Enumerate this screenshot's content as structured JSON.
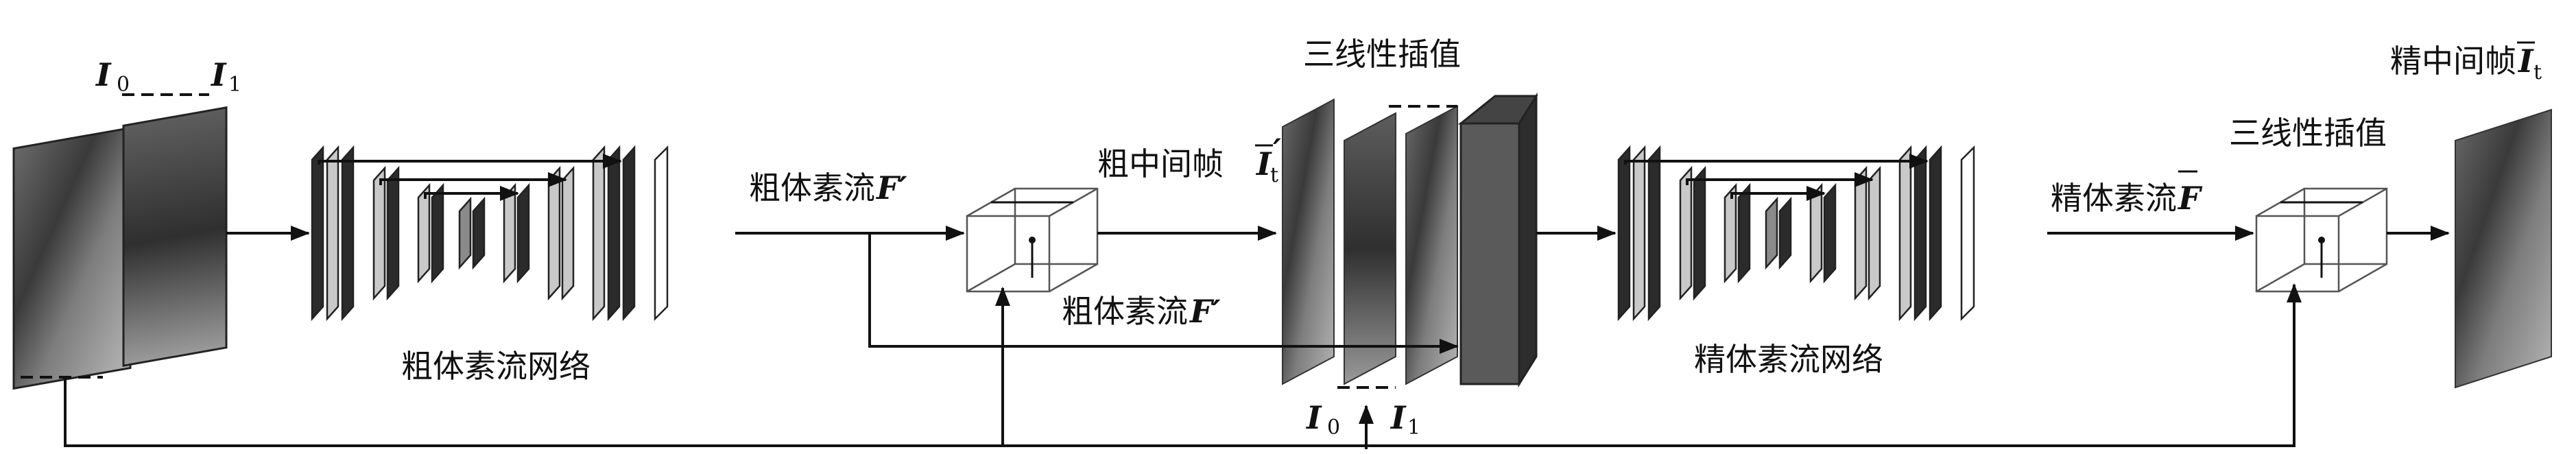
{
  "labels": {
    "input_i0": "I",
    "input_i0_sub": "0",
    "input_i1": "I",
    "input_i1_sub": "1",
    "coarse_network": "粗体素流网络",
    "coarse_flow_prefix": "粗体素流",
    "coarse_flow_symbol": "F′",
    "coarse_flow_prefix_2": "粗体素流",
    "coarse_flow_symbol_2": "F′",
    "trilinear_top": "三线性插值",
    "coarse_mid_prefix": "粗中间帧",
    "coarse_mid_symbol": "I",
    "coarse_mid_sub": "t",
    "coarse_mid_prime": "′",
    "bottom_i0": "I",
    "bottom_i0_sub": "0",
    "bottom_i1": "I",
    "bottom_i1_sub": "1",
    "fine_network": "精体素流网络",
    "fine_flow_prefix": "精体素流",
    "fine_flow_symbol": "F",
    "trilinear_right": "三线性插值",
    "fine_mid_prefix": "精中间帧",
    "fine_mid_symbol": "I",
    "fine_mid_sub": "t"
  },
  "colors": {
    "line": "#111111",
    "dark_layer": "#2b2b2b",
    "light_layer": "#c9c9c9",
    "mid_layer": "#8a8a8a",
    "fusion_block": "#5a5a5a",
    "frame_dark": "#4a4a4a"
  }
}
